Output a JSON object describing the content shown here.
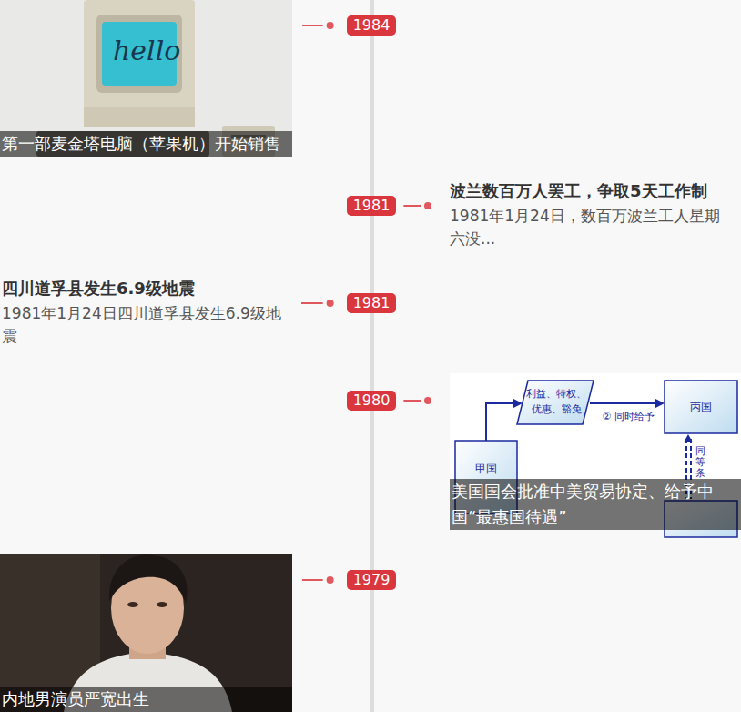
{
  "diagram": {
    "nodes": [
      {
        "text": [
          "第一部麦金塔电脑（苹果机）开始销售"
        ]
      },
      {
        "text": [
          "1984"
        ]
      },
      {
        "text": [
          "1981"
        ]
      },
      {
        "text": [
          "波兰数百万人罢工，争取5天工作制",
          "1981年1月24日，数百万波兰工人星期六没..."
        ]
      },
      {
        "text": [
          "四川道孚县发生6.9级地震",
          "1981年1月24日四川道孚县发生6.9级地震"
        ]
      },
      {
        "text": [
          "1981"
        ]
      },
      {
        "text": [
          "1980"
        ]
      },
      {
        "text": [
          "美国国会批准中美贸易协定、给予中国“最惠国待遇”"
        ]
      },
      {
        "text": [
          "内地男演员严宽出生"
        ]
      },
      {
        "text": [
          "1979"
        ]
      }
    ],
    "edges": [
      {
        "from": 1,
        "to": 0,
        "arrow": "none"
      },
      {
        "from": 2,
        "to": 3,
        "arrow": "none"
      },
      {
        "from": 5,
        "to": 4,
        "arrow": "none"
      },
      {
        "from": 6,
        "to": 7,
        "arrow": "none"
      },
      {
        "from": 9,
        "to": 8,
        "arrow": "none"
      }
    ],
    "labels": [
      "hello",
      "利益、特权、 优惠、豁免",
      "② 同时给予",
      "丙国",
      "甲国",
      "同等条"
    ]
  }
}
